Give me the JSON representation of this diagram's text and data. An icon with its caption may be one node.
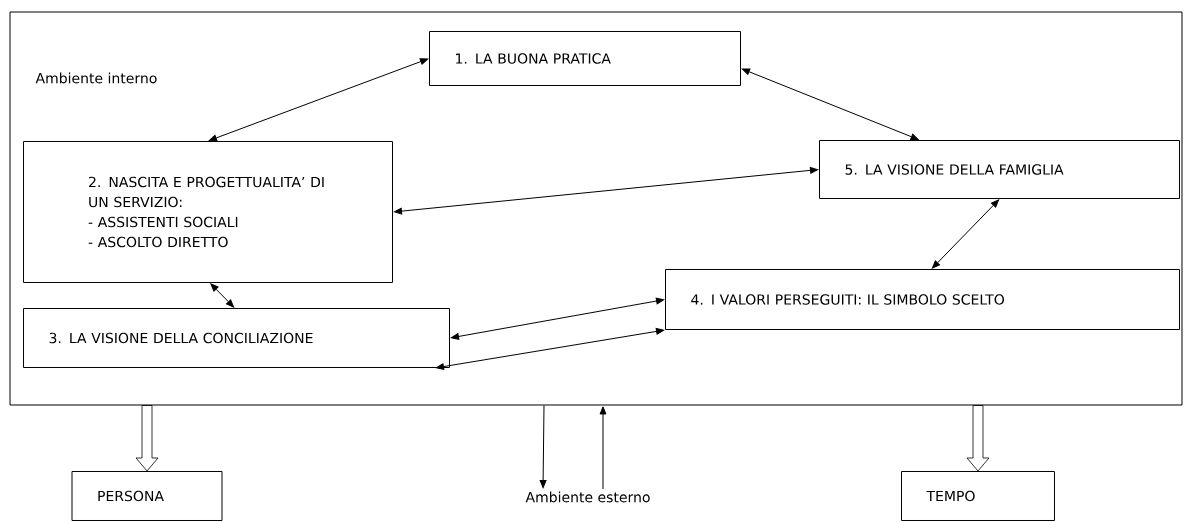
{
  "diagram": {
    "nodes": [
      {
        "text": [
          "Ambiente interno"
        ]
      },
      {
        "text": [
          "1. LA BUONA PRATICA"
        ],
        "in": 0
      },
      {
        "text": [
          "2. NASCITA E PROGETTUALITA’ DI UN SERVIZIO:",
          "- ASSISTENTI SOCIALI",
          "- ASCOLTO DIRETTO"
        ],
        "in": 0
      },
      {
        "text": [
          "3. LA VISIONE DELLA CONCILIAZIONE"
        ],
        "in": 0
      },
      {
        "text": [
          "4. I VALORI PERSEGUITI: IL SIMBOLO SCELTO"
        ],
        "in": 0
      },
      {
        "text": [
          "5. LA VISIONE DELLA FAMIGLIA"
        ],
        "in": 0
      },
      {
        "text": [
          "PERSONA"
        ]
      },
      {
        "text": [
          "Ambiente esterno"
        ]
      },
      {
        "text": [
          "TEMPO"
        ]
      }
    ],
    "edges": [
      {
        "from": 1,
        "to": 2,
        "arrow": "both"
      },
      {
        "from": 1,
        "to": 5,
        "arrow": "both"
      },
      {
        "from": 2,
        "to": 5,
        "arrow": "both"
      },
      {
        "from": 2,
        "to": 3,
        "arrow": "both"
      },
      {
        "from": 5,
        "to": 4,
        "arrow": "both"
      },
      {
        "from": 3,
        "to": 4,
        "arrow": "both"
      },
      {
        "from": 3,
        "to": 4,
        "arrow": "both"
      },
      {
        "from": 0,
        "to": 6,
        "arrow": "to"
      },
      {
        "from": 0,
        "to": 7,
        "arrow": "to"
      },
      {
        "from": 7,
        "to": 0,
        "arrow": "to"
      },
      {
        "from": 0,
        "to": 8,
        "arrow": "to"
      }
    ]
  }
}
